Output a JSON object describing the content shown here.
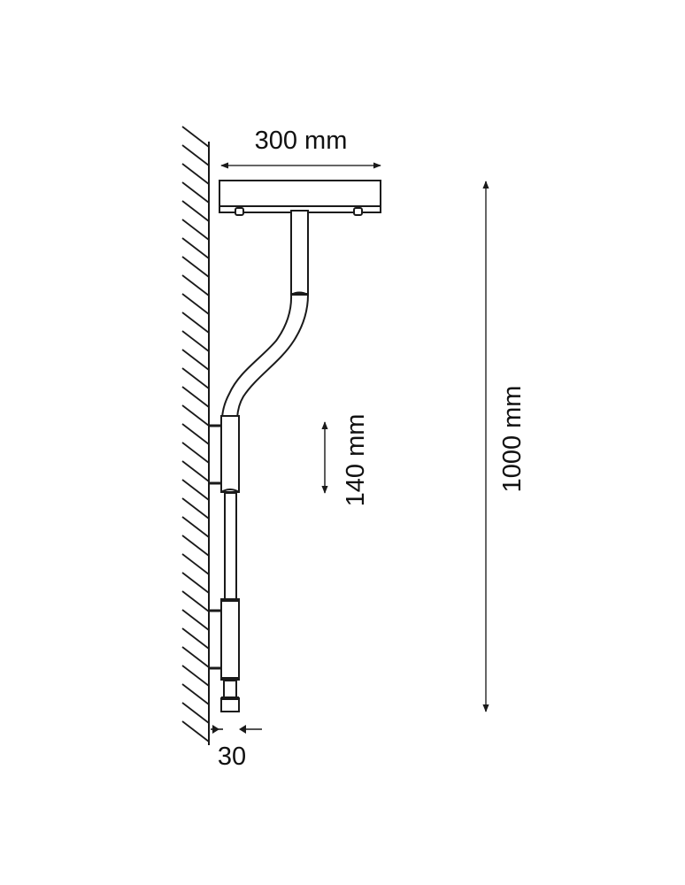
{
  "diagram": {
    "type": "technical-dimension-drawing",
    "subject": "wall-mounted track pendant with curved flexible stem",
    "colors": {
      "line": "#1a1a1a",
      "background": "#ffffff",
      "dimension_line": "#333333"
    },
    "dimensions": {
      "width": {
        "label": "300 mm",
        "value": 300,
        "unit": "mm",
        "orientation": "horizontal"
      },
      "bracket_spacing": {
        "label": "140 mm",
        "value": 140,
        "unit": "mm",
        "orientation": "vertical"
      },
      "total_height": {
        "label": "1000 mm",
        "value": 1000,
        "unit": "mm",
        "orientation": "vertical"
      },
      "wall_offset": {
        "label": "30",
        "value": 30,
        "orientation": "horizontal"
      }
    },
    "components": [
      {
        "name": "wall",
        "style": "hatched"
      },
      {
        "name": "ceiling-canopy",
        "nubs": 2
      },
      {
        "name": "vertical-stem"
      },
      {
        "name": "s-curve-flexible-section"
      },
      {
        "name": "upper-wall-bracket-sleeve",
        "wall_clips": 2
      },
      {
        "name": "middle-pipe"
      },
      {
        "name": "lower-wall-bracket-sleeve",
        "wall_clips": 2
      },
      {
        "name": "end-cap"
      }
    ]
  }
}
